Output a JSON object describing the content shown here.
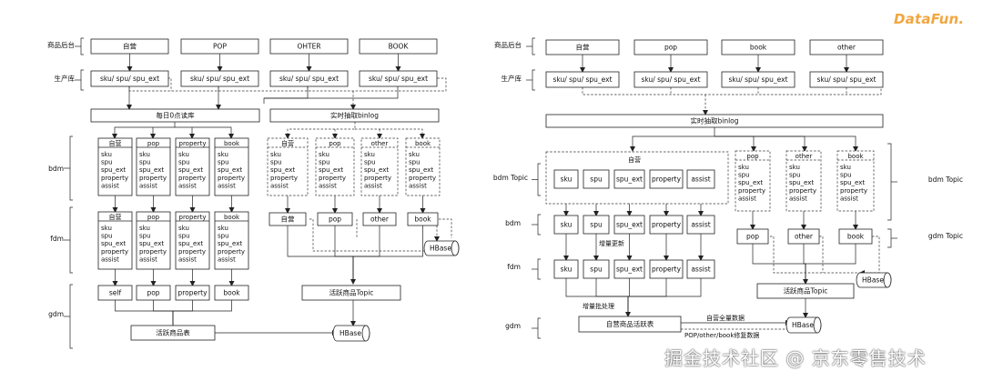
{
  "brand": {
    "logo_text": "DataFun.",
    "watermark": "掘金技术社区 @ 京东零售技术"
  },
  "left": {
    "layers": {
      "mall_admin": "商品后台",
      "production_db": "生产库",
      "bdm": "bdm",
      "fdm": "fdm",
      "gdm": "gdm"
    },
    "sources": [
      "自营",
      "POP",
      "OHTER",
      "BOOK"
    ],
    "prod_tables": "sku/ spu/ spu_ext",
    "daily_extract": "每日0点读库",
    "realtime_extract": "实时抽取binlog",
    "bdm_groups": [
      {
        "title": "自营",
        "items": [
          "sku",
          "spu",
          "spu_ext",
          "property",
          "assist"
        ]
      },
      {
        "title": "pop",
        "items": [
          "sku",
          "spu",
          "spu_ext",
          "property",
          "assist"
        ]
      },
      {
        "title": "property",
        "items": [
          "sku",
          "spu",
          "spu_ext",
          "property",
          "assist"
        ]
      },
      {
        "title": "book",
        "items": [
          "sku",
          "spu",
          "spu_ext",
          "property",
          "assist"
        ]
      }
    ],
    "fdm_groups": [
      {
        "title": "自营",
        "items": [
          "sku",
          "spu",
          "spu_ext",
          "property",
          "assist"
        ]
      },
      {
        "title": "pop",
        "items": [
          "sku",
          "spu",
          "spu_ext",
          "property",
          "assist"
        ]
      },
      {
        "title": "property",
        "items": [
          "sku",
          "spu",
          "spu_ext",
          "property",
          "assist"
        ]
      },
      {
        "title": "book",
        "items": [
          "sku",
          "spu",
          "spu_ext",
          "property",
          "assist"
        ]
      }
    ],
    "gdm_items": [
      "self",
      "pop",
      "property",
      "book"
    ],
    "active_table": "活跃商品表",
    "rt_groups": [
      {
        "title": "自营",
        "items": [
          "sku",
          "spu",
          "spu_ext",
          "property",
          "assist"
        ]
      },
      {
        "title": "pop",
        "items": [
          "sku",
          "spu",
          "spu_ext",
          "property",
          "assist"
        ]
      },
      {
        "title": "other",
        "items": [
          "sku",
          "spu",
          "spu_ext",
          "property",
          "assist"
        ]
      },
      {
        "title": "book",
        "items": [
          "sku",
          "spu",
          "spu_ext",
          "property",
          "assist"
        ]
      }
    ],
    "rt_topics": [
      "自营",
      "pop",
      "other",
      "book"
    ],
    "hbase": "HBase",
    "active_topic": "活跃商品Topic"
  },
  "right": {
    "layers": {
      "mall_admin": "商品后台",
      "production_db": "生产库",
      "bdm_topic": "bdm Topic",
      "bdm": "bdm",
      "fdm": "fdm",
      "gdm": "gdm",
      "bdm_topic_right": "bdm Topic",
      "gdm_topic": "gdm Topic"
    },
    "sources": [
      "自营",
      "pop",
      "book",
      "other"
    ],
    "prod_tables": "sku/ spu/ spu_ext",
    "realtime_extract": "实时抽取binlog",
    "self_group_title": "自营",
    "self_topic_items": [
      "sku",
      "spu",
      "spu_ext",
      "property",
      "assist"
    ],
    "bdm_items": [
      "sku",
      "spu",
      "spu_ext",
      "property",
      "assist"
    ],
    "fdm_items": [
      "sku",
      "spu",
      "spu_ext",
      "property",
      "assist"
    ],
    "incremental_update": "增量更新",
    "incremental_batch": "增量批处理",
    "self_active_table": "自营商品活跃表",
    "self_full_data": "自营全量数据",
    "pop_repair_data": "POP/other/book修复数据",
    "hbase": "HBase",
    "hbase2": "HBase",
    "active_topic": "活跃商品Topic",
    "side_groups": [
      {
        "title": "pop",
        "items": [
          "sku",
          "spu",
          "spu_ext",
          "property",
          "assist"
        ]
      },
      {
        "title": "other",
        "items": [
          "sku",
          "spu",
          "spu_ext",
          "property",
          "assist"
        ]
      },
      {
        "title": "book",
        "items": [
          "sku",
          "spu",
          "spu_ext",
          "property",
          "assist"
        ]
      }
    ],
    "gdm_topics": [
      "pop",
      "other",
      "book"
    ]
  }
}
